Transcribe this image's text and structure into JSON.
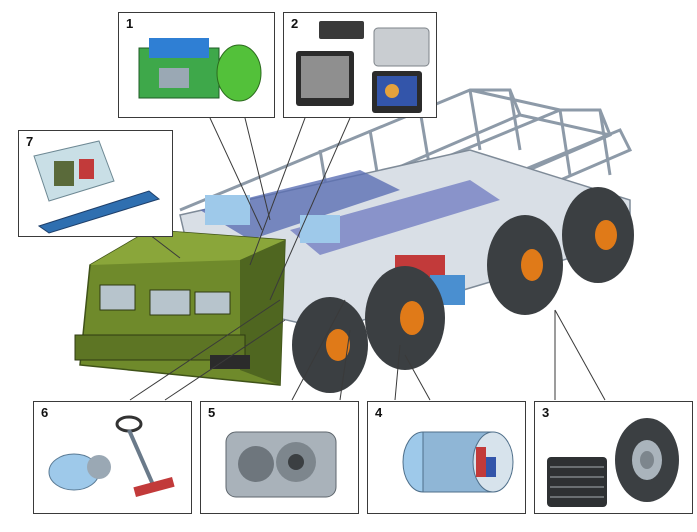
{
  "callouts": [
    {
      "id": 1,
      "label": "1"
    },
    {
      "id": 2,
      "label": "2"
    },
    {
      "id": 3,
      "label": "3"
    },
    {
      "id": 4,
      "label": "4"
    },
    {
      "id": 5,
      "label": "5"
    },
    {
      "id": 6,
      "label": "6"
    },
    {
      "id": 7,
      "label": "7"
    }
  ],
  "colors": {
    "cab": "#6f8a2b",
    "cab_dark": "#4f6620",
    "frame": "#b9c6d3",
    "frame_blue": "#5b6fb4",
    "tire": "#3b3f42",
    "hub": "#e07a18",
    "line": "#3a3a3a"
  }
}
